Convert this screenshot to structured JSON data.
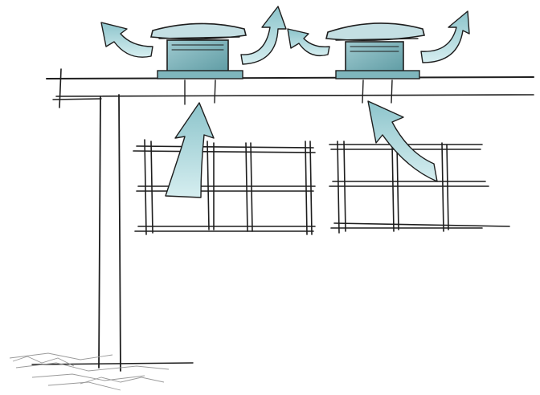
{
  "diagram": {
    "subject": "roof-mounted-exhaust-fans",
    "fan_count": 2,
    "window_count": 2,
    "labels": []
  },
  "colors": {
    "fan_body": "#7fb6bd",
    "fan_shade": "#5f9ca4",
    "fan_cap": "#c4dfe3",
    "arrow_fill": "#a9d5da",
    "arrow_edge": "#5a9aa3",
    "ink": "#1e1e1e",
    "ground": "#9a9a9a"
  },
  "icons": {
    "exhaust_arrow": "curved-airflow-arrow",
    "intake_arrow": "curved-airflow-arrow",
    "fan": "roof-ventilator"
  }
}
